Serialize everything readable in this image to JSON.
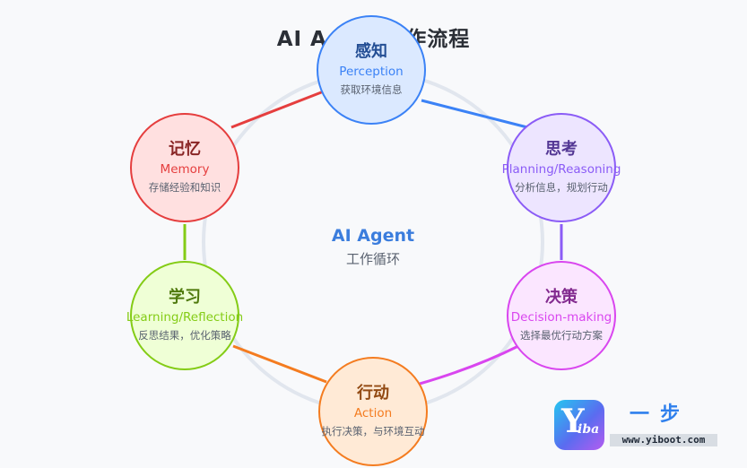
{
  "title": "AI Agent工作流程",
  "center": {
    "title": "AI Agent",
    "subtitle": "工作循环"
  },
  "nodes": [
    {
      "id": "perception",
      "title": "感知",
      "en": "Perception",
      "desc": "获取环境信息",
      "color": "#3b82f6",
      "fill": "#dbe9ff"
    },
    {
      "id": "planning",
      "title": "思考",
      "en": "Planning/Reasoning",
      "desc": "分析信息，规划行动",
      "color": "#8b5cf6",
      "fill": "#ede5ff"
    },
    {
      "id": "decision",
      "title": "决策",
      "en": "Decision-making",
      "desc": "选择最优行动方案",
      "color": "#d946ef",
      "fill": "#fbe6ff"
    },
    {
      "id": "action",
      "title": "行动",
      "en": "Action",
      "desc": "执行决策，与环境互动",
      "color": "#f47c20",
      "fill": "#ffead6"
    },
    {
      "id": "learning",
      "title": "学习",
      "en": "Learning/Reflection",
      "desc": "反思结果，优化策略",
      "color": "#84cc16",
      "fill": "#efffd6"
    },
    {
      "id": "memory",
      "title": "记忆",
      "en": "Memory",
      "desc": "存储经验和知识",
      "color": "#e53e3e",
      "fill": "#ffe0e0"
    }
  ],
  "logo": {
    "badge_main": "Y",
    "badge_sub": "iba",
    "cn": "一步",
    "url": "www.yiboot.com"
  }
}
